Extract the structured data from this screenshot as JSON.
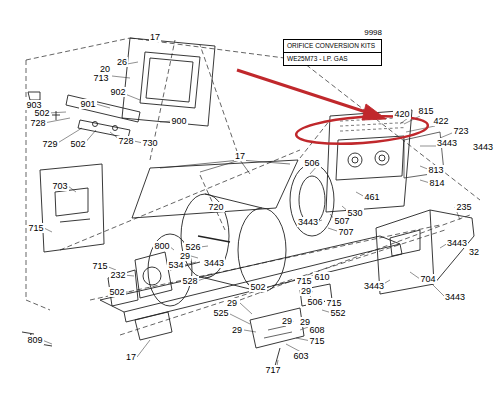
{
  "diagram": {
    "nodes": [
      {
        "text": [
          "9998",
          "ORIFICE CONVERSION KITS",
          "WE25M73 - LP. GAS"
        ]
      }
    ],
    "labels": [
      "17",
      "26",
      "20",
      "713",
      "903",
      "902",
      "901",
      "502",
      "728",
      "900",
      "729",
      "502",
      "728",
      "730",
      "17",
      "720",
      "703",
      "715",
      "526",
      "534",
      "528",
      "506",
      "420",
      "815",
      "422",
      "723",
      "3443",
      "3443",
      "813",
      "814",
      "461",
      "530",
      "507",
      "707",
      "3443",
      "235",
      "3443",
      "32",
      "704",
      "3443",
      "3443",
      "502",
      "800",
      "29",
      "3443",
      "715",
      "232",
      "502",
      "809",
      "17",
      "29",
      "525",
      "715",
      "610",
      "29",
      "506",
      "715",
      "552",
      "29",
      "29",
      "29",
      "608",
      "715",
      "603",
      "717"
    ]
  }
}
